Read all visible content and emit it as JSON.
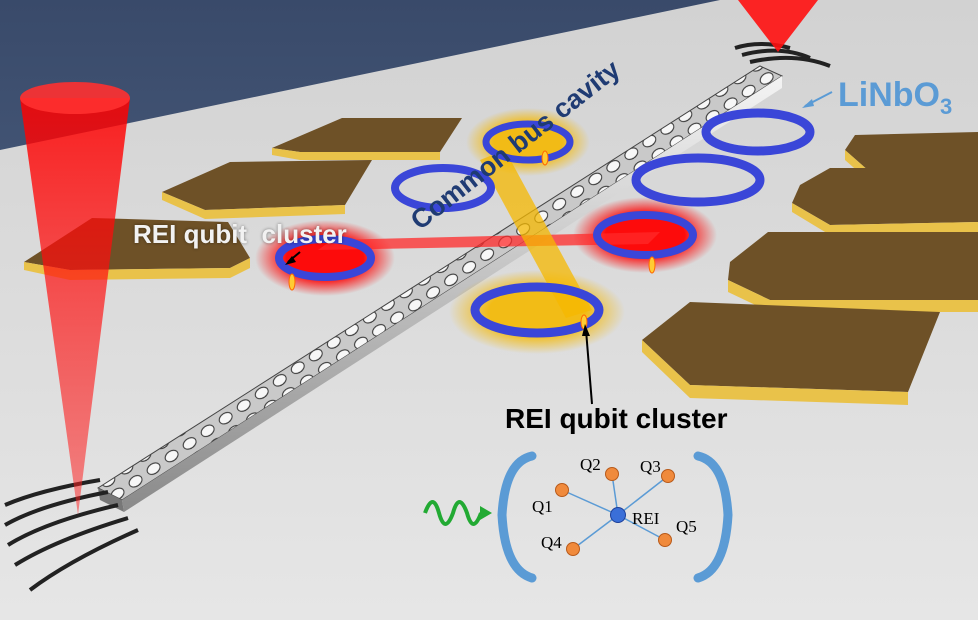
{
  "labels": {
    "material": "LiNbO",
    "material_subscript": "3",
    "bus_cavity": "Common bus cavity",
    "cluster_left": "REI qubit  cluster",
    "cluster_bottom": "REI qubit cluster"
  },
  "inset": {
    "center_node": "REI",
    "qubits": [
      "Q1",
      "Q2",
      "Q3",
      "Q4",
      "Q5"
    ]
  },
  "colors": {
    "substrate": "#dcdcdc",
    "electrode": "#7a5a2a",
    "ring_blue": "#3a46d8",
    "glow_red": "#ff1a1a",
    "glow_yellow": "#f5b800",
    "bracket": "#5b9bd5",
    "qubit_node": "#f08a3c",
    "rei_node": "#3a6fd8",
    "microwave": "#22aa33"
  }
}
